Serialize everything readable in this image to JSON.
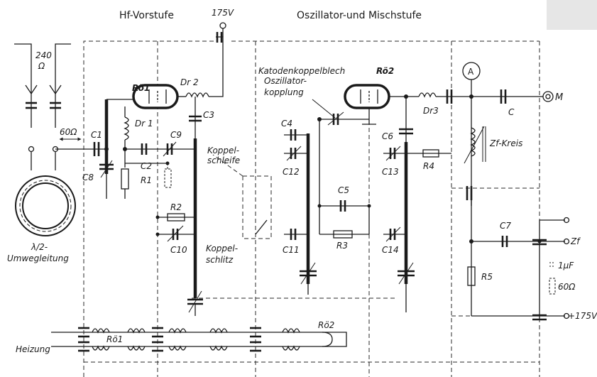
{
  "headings": {
    "rf_stage": "Hf-Vorstufe",
    "osc_stage": "Oszillator-und Mischstufe",
    "supply_top": "175V"
  },
  "labels": {
    "ohm240": "240",
    "ohm240_unit": "Ω",
    "ohm60": "60Ω",
    "c1": "C1",
    "c2": "C2",
    "c3": "C3",
    "c4": "C4",
    "c5": "C5",
    "c6": "C6",
    "c7": "C7",
    "c8": "C8",
    "c9": "C9",
    "c10": "C10",
    "c11": "C11",
    "c12": "C12",
    "c13": "C13",
    "c14": "C14",
    "c": "C",
    "r1": "R1",
    "r2": "R2",
    "r3": "R3",
    "r4": "R4",
    "r5": "R5",
    "dr1": "Dr 1",
    "dr2": "Dr 2",
    "dr3": "Dr3",
    "tube1": "Rö1",
    "tube2": "Rö2",
    "heater_tube1": "Rö1",
    "heater_tube2": "Rö2",
    "koppel_schleife_1": "Koppel-",
    "koppel_schleife_2": "schleife",
    "koppel_schlitz_1": "Koppel-",
    "koppel_schlitz_2": "schlitz",
    "katoden_1": "Katodenkoppelblech",
    "katoden_2": "Oszillator-",
    "katoden_3": "kopplung",
    "zf_kreis": "Zf-Kreis",
    "meter": "A",
    "output_m": "M",
    "output_zf": "Zf",
    "one_uf": "1μF",
    "ohm60_b": "60Ω",
    "supply_bottom": "+175V",
    "lambda_1": "λ/2-",
    "lambda_2": "Umwegleitung",
    "heizung": "Heizung"
  }
}
